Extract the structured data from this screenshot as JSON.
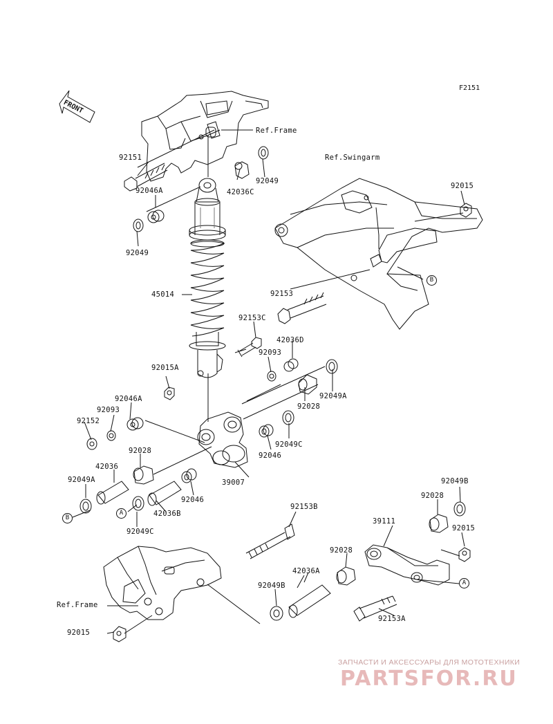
{
  "figure_code": "F2151",
  "front_label": "FRONT",
  "watermark": {
    "caption": "ЗАПЧАСТИ И АКСЕССУАРЫ ДЛЯ МОТОТЕХНИКИ",
    "logo": "PARTSFOR.RU"
  },
  "labels": [
    {
      "id": "ref-frame-top",
      "text": "Ref.Frame"
    },
    {
      "id": "92151",
      "text": "92151"
    },
    {
      "id": "92049-a",
      "text": "92049"
    },
    {
      "id": "42036C",
      "text": "42036C"
    },
    {
      "id": "92046A-top",
      "text": "92046A"
    },
    {
      "id": "92049-b",
      "text": "92049"
    },
    {
      "id": "ref-swingarm",
      "text": "Ref.Swingarm"
    },
    {
      "id": "92015-top",
      "text": "92015"
    },
    {
      "id": "45014",
      "text": "45014"
    },
    {
      "id": "92153",
      "text": "92153"
    },
    {
      "id": "92153C",
      "text": "92153C"
    },
    {
      "id": "42036D",
      "text": "42036D"
    },
    {
      "id": "92093-right",
      "text": "92093"
    },
    {
      "id": "92015A",
      "text": "92015A"
    },
    {
      "id": "92049A-right",
      "text": "92049A"
    },
    {
      "id": "92028-right",
      "text": "92028"
    },
    {
      "id": "92046A-mid",
      "text": "92046A"
    },
    {
      "id": "92093-left",
      "text": "92093"
    },
    {
      "id": "92152",
      "text": "92152"
    },
    {
      "id": "92049C-right",
      "text": "92049C"
    },
    {
      "id": "92046-right",
      "text": "92046"
    },
    {
      "id": "92028-left",
      "text": "92028"
    },
    {
      "id": "42036",
      "text": "42036"
    },
    {
      "id": "39007",
      "text": "39007"
    },
    {
      "id": "92049A-left",
      "text": "92049A"
    },
    {
      "id": "42036B",
      "text": "42036B"
    },
    {
      "id": "92046-left",
      "text": "92046"
    },
    {
      "id": "92049C-left",
      "text": "92049C"
    },
    {
      "id": "92153B",
      "text": "92153B"
    },
    {
      "id": "92049B-right",
      "text": "92049B"
    },
    {
      "id": "39111",
      "text": "39111"
    },
    {
      "id": "92028-link",
      "text": "92028"
    },
    {
      "id": "92015-link",
      "text": "92015"
    },
    {
      "id": "92028-lower",
      "text": "92028"
    },
    {
      "id": "42036A",
      "text": "42036A"
    },
    {
      "id": "92049B-lower",
      "text": "92049B"
    },
    {
      "id": "ref-frame-bottom",
      "text": "Ref.Frame"
    },
    {
      "id": "92015-bottom",
      "text": "92015"
    },
    {
      "id": "92153A",
      "text": "92153A"
    }
  ],
  "callouts": [
    {
      "id": "B-swingarm",
      "text": "B"
    },
    {
      "id": "B-left",
      "text": "B"
    },
    {
      "id": "A-left",
      "text": "A"
    },
    {
      "id": "A-link",
      "text": "A"
    }
  ]
}
